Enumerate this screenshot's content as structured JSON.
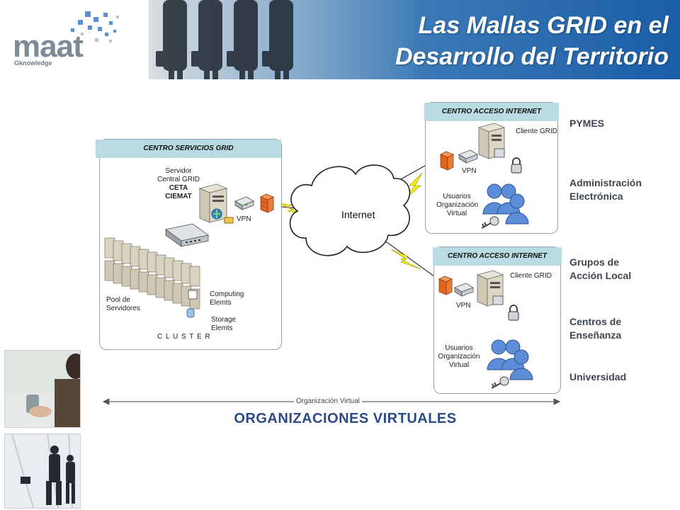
{
  "logo": {
    "text": "maat",
    "subtext": "Gknowledge"
  },
  "title": {
    "line1": "Las Mallas GRID en el",
    "line2": "Desarrollo del Territorio"
  },
  "centro_servicios": {
    "header": "CENTRO SERVICIOS GRID",
    "server_line1": "Servidor",
    "server_line2": "Central GRID",
    "server_line3": "CETA",
    "server_line4": "CIEMAT",
    "vpn": "VPN",
    "pool_line1": "Pool de",
    "pool_line2": "Servidores",
    "computing_line1": "Computing",
    "computing_line2": "Elemts",
    "storage_line1": "Storage",
    "storage_line2": "Elemts",
    "cluster": "C L U S T E R"
  },
  "internet": "Internet",
  "centro_acceso_1": {
    "header": "CENTRO ACCESO INTERNET",
    "cliente": "Cliente GRID",
    "vpn": "VPN",
    "users_line1": "Usuarios",
    "users_line2": "Organización",
    "users_line3": "Virtual"
  },
  "centro_acceso_2": {
    "header": "CENTRO ACCESO INTERNET",
    "cliente": "Cliente GRID",
    "vpn": "VPN",
    "users_line1": "Usuarios",
    "users_line2": "Organización",
    "users_line3": "Virtual"
  },
  "sectors": {
    "pymes": "PYMES",
    "admin_line1": "Administración",
    "admin_line2": "Electrónica",
    "grupos_line1": "Grupos de",
    "grupos_line2": "Acción Local",
    "centros_line1": "Centros de",
    "centros_line2": "Enseñanza",
    "universidad": "Universidad"
  },
  "org_virtual_label": "Organización Virtual",
  "bottom_title": "ORGANIZACIONES VIRTUALES",
  "colors": {
    "panel_header": "#b8dce2",
    "title_blue": "#2c4a86",
    "firewall": "#e8722a",
    "lightning": "#f2ee1a"
  }
}
